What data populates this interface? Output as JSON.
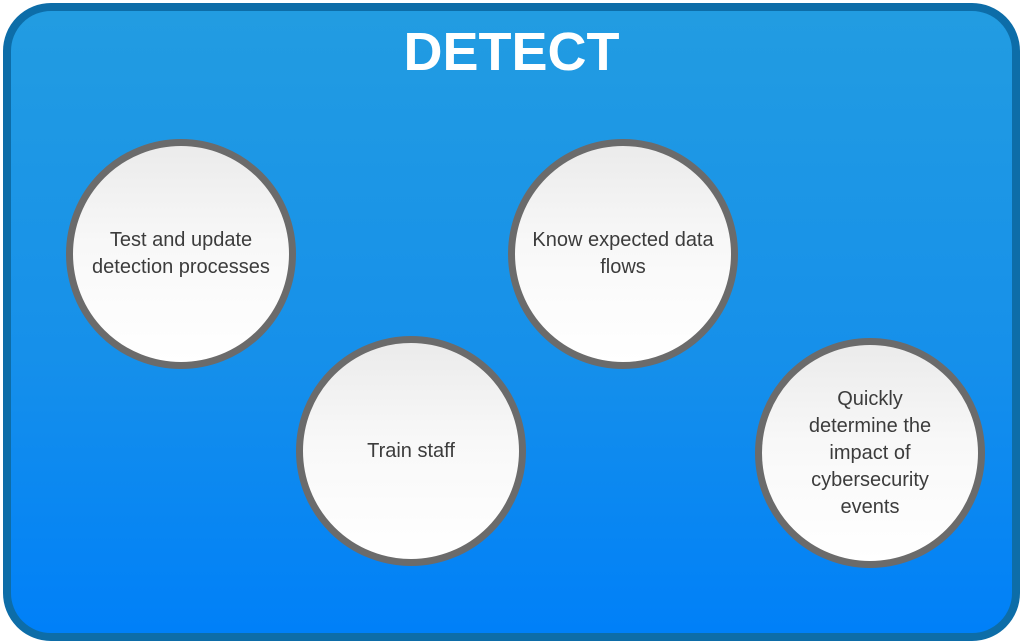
{
  "diagram": {
    "title": "DETECT",
    "bubbles": [
      {
        "label": "Test and update detection processes"
      },
      {
        "label": "Know expected data flows"
      },
      {
        "label": "Train staff"
      },
      {
        "label": "Quickly determine the impact of cybersecurity events"
      }
    ],
    "colors": {
      "panel_border": "#0d6da8",
      "panel_gradient_top": "#229ce1",
      "panel_gradient_bottom": "#0080f8",
      "title_text": "#ffffff",
      "bubble_border": "#6b6b6b",
      "bubble_fill_top": "#ebebeb",
      "bubble_fill_bottom": "#ffffff",
      "bubble_text": "#3c3c3c",
      "page_background": "#ffffff"
    }
  }
}
